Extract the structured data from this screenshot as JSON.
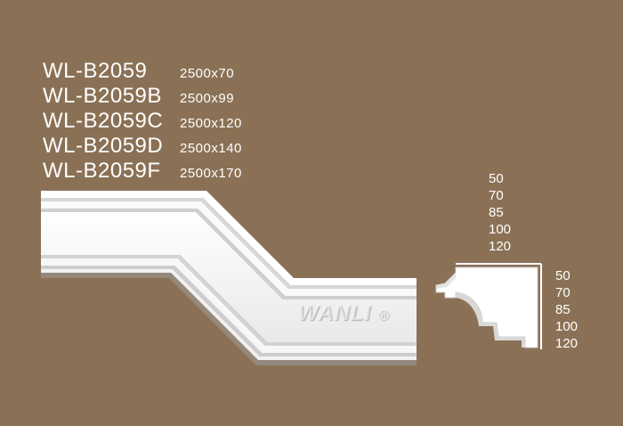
{
  "models": [
    {
      "code": "WL-B2059",
      "size": "2500x70"
    },
    {
      "code": "WL-B2059B",
      "size": "2500x99"
    },
    {
      "code": "WL-B2059C",
      "size": "2500x120"
    },
    {
      "code": "WL-B2059D",
      "size": "2500x140"
    },
    {
      "code": "WL-B2059F",
      "size": "2500x170"
    }
  ],
  "profile_dims_top": [
    "50",
    "70",
    "85",
    "100",
    "120"
  ],
  "profile_dims_right": [
    "50",
    "70",
    "85",
    "100",
    "120"
  ],
  "watermark": "WANLI",
  "watermark_mark": "®",
  "colors": {
    "background": "#8a7156",
    "molding": "#ffffff",
    "text": "#ffffff"
  }
}
